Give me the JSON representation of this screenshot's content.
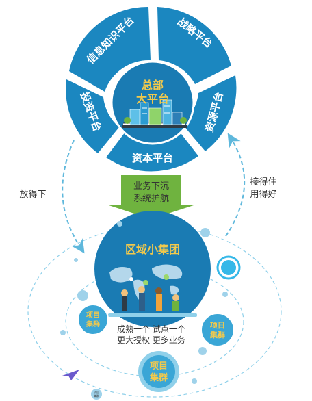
{
  "top_ring": {
    "segments": [
      {
        "label": "信息知识平台"
      },
      {
        "label": "战略平台"
      },
      {
        "label": "资源平台"
      },
      {
        "label": "资本平台"
      },
      {
        "label": "投资平台"
      }
    ],
    "center_line1": "总部",
    "center_line2": "大平台"
  },
  "arrow": {
    "line1": "业务下沉",
    "line2": "系统护航"
  },
  "left_arrow_label": "放得下",
  "right_arrow_label": {
    "line1": "接得住",
    "line2": "用得好"
  },
  "bottom_circle": {
    "title": "区域小集团",
    "caption_line1": "成熟一个 试点一个",
    "caption_line2": "更大授权 更多业务"
  },
  "project_clusters": [
    {
      "line1": "项目",
      "line2": "集群"
    },
    {
      "line1": "项目",
      "line2": "集群"
    },
    {
      "line1": "项目",
      "line2": "集群"
    },
    {
      "line1": "项目",
      "line2": "集群"
    }
  ],
  "colors": {
    "ring": "#1b87c0",
    "ring_center": "#1a7bb3",
    "arrow_green": "#6fb33f",
    "gold": "#f2c94c",
    "cluster_fill": "#3aa6d6",
    "dashed": "#5fb8dc"
  }
}
